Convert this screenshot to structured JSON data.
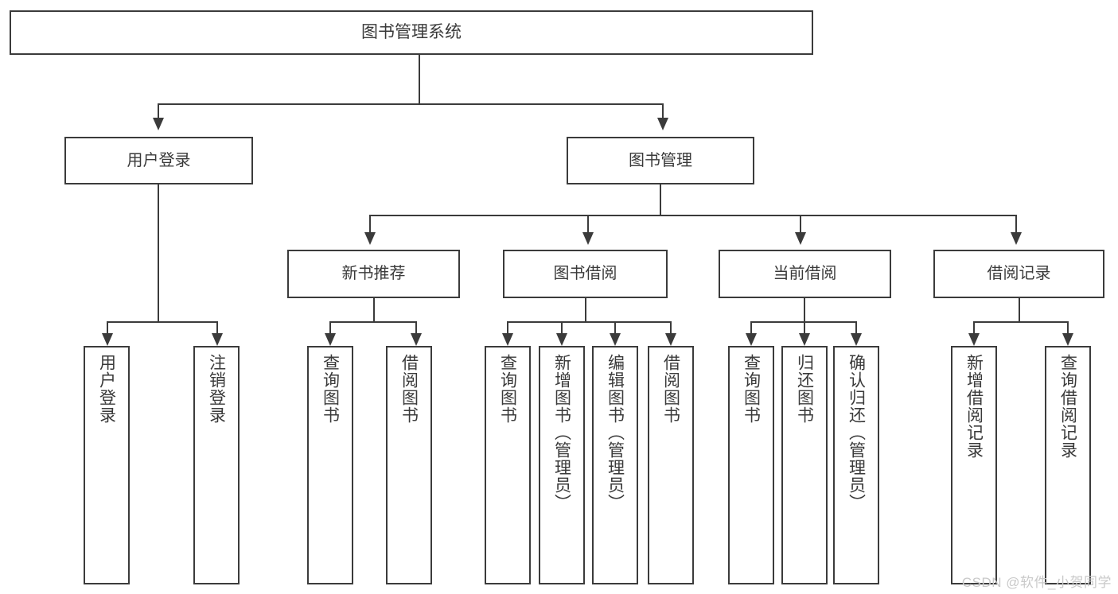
{
  "diagram": {
    "type": "hierarchy-tree",
    "title": "图书管理系统",
    "root": {
      "label": "图书管理系统"
    },
    "level1": [
      {
        "label": "用户登录"
      },
      {
        "label": "图书管理"
      }
    ],
    "level2": [
      {
        "label": "新书推荐"
      },
      {
        "label": "图书借阅"
      },
      {
        "label": "当前借阅"
      },
      {
        "label": "借阅记录"
      }
    ],
    "leaves": {
      "user_login": [
        {
          "label": "用户登录"
        },
        {
          "label": "注销登录"
        }
      ],
      "new_book_recommend": [
        {
          "label": "查询图书"
        },
        {
          "label": "借阅图书"
        }
      ],
      "book_borrow": [
        {
          "label": "查询图书"
        },
        {
          "label": "新增图书（管理员）"
        },
        {
          "label": "编辑图书（管理员）"
        },
        {
          "label": "借阅图书"
        }
      ],
      "current_borrow": [
        {
          "label": "查询图书"
        },
        {
          "label": "归还图书"
        },
        {
          "label": "确认归还（管理员）"
        }
      ],
      "borrow_record": [
        {
          "label": "新增借阅记录"
        },
        {
          "label": "查询借阅记录"
        }
      ]
    }
  },
  "watermark": {
    "text": "CSDN @软件_小贺同学"
  },
  "colors": {
    "border": "#3b3b3b",
    "text": "#3a3a3a",
    "background": "#ffffff",
    "watermark": "#c9c9c9"
  }
}
